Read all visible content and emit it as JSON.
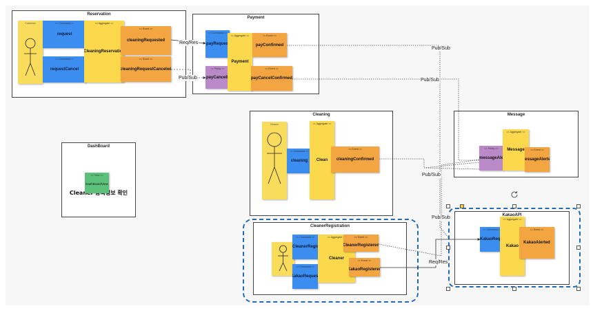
{
  "frames": {
    "reservation": "Reservation",
    "payment": "Payment",
    "cleaning": "Cleaning",
    "message": "Message",
    "dashboard": "DashBoard",
    "cleaner_registration": "CleanerRegistration",
    "kakao_api": "KakaoAPI"
  },
  "stickers": {
    "reservation": {
      "actor": {
        "type": "Customer"
      },
      "request": {
        "type": "<< Command >>",
        "name": "request"
      },
      "request_cancel": {
        "type": "<< Command >>",
        "name": "requestCancel"
      },
      "aggregate": {
        "type": "<< Aggregate >>",
        "name": "CleaningReservation"
      },
      "evt_requested": {
        "type": "<< Event >>",
        "name": "cleaningRequested"
      },
      "evt_canceled": {
        "type": "<< Event >>",
        "name": "cleaningRequestCanceled"
      }
    },
    "payment": {
      "command": {
        "type": "<< Command >>",
        "name": "payRequest"
      },
      "policy": {
        "type": "<< Policy >>",
        "name": "payCancelRequest"
      },
      "aggregate": {
        "type": "<< Aggregate >>",
        "name": "Payment"
      },
      "evt_confirmed": {
        "type": "<< Event >>",
        "name": "payConfirmed"
      },
      "evt_cancel_confirmed": {
        "type": "<< Event >>",
        "name": "payCancelConfirmed"
      }
    },
    "cleaning": {
      "actor": {
        "type": "Cleaner"
      },
      "command": {
        "type": "<< Command >>",
        "name": "cleaning"
      },
      "aggregate": {
        "type": "<< Aggregate >>",
        "name": "Clean"
      },
      "event": {
        "type": "<< Event >>",
        "name": "cleaningConfirmed"
      }
    },
    "message": {
      "policy": {
        "type": "<< Policy >>",
        "name": "messageAlert"
      },
      "aggregate": {
        "type": "<< Aggregate >>",
        "name": "Message"
      },
      "event": {
        "type": "<< Event >>",
        "name": "messageAlerted"
      }
    },
    "dashboard": {
      "view": {
        "type": "<< View >>",
        "name": "DashBoardView"
      },
      "note": "Cleaner 등록정보 확인"
    },
    "cleaner_registration": {
      "cmd_register": {
        "type": "<< Command >>",
        "name": "CleanerRegister"
      },
      "cmd_kakao": {
        "type": "<< Command >>",
        "name": "KakaoRequest"
      },
      "aggregate": {
        "type": "<< Aggregate >>",
        "name": "Cleaner"
      },
      "evt_registered": {
        "type": "<< Event >>",
        "name": "CleanerRegistered"
      },
      "evt_kakao": {
        "type": "<< Event >>",
        "name": "KakaoRegistered"
      }
    },
    "kakao_api": {
      "command": {
        "type": "<< Command >>",
        "name": "KakaoRequest"
      },
      "aggregate": {
        "type": "<< Aggregate >>",
        "name": "Kakao"
      },
      "event": {
        "type": "<< Event >>",
        "name": "KakaoAlerted"
      }
    }
  },
  "wire_labels": {
    "req_res_1": "Req/Res",
    "pub_sub_1": "Pub/Sub",
    "pub_sub_2": "Pub/Sub",
    "pub_sub_3": "Pub/Sub",
    "pub_sub_4": "Pub/Sub",
    "pub_sub_5": "Pub/Sub",
    "req_res_2": "Req/Res"
  },
  "colors": {
    "command": "#3b8df0",
    "aggregate": "#fcd94c",
    "event": "#f2a540",
    "policy": "#b98ac7",
    "view": "#5cc17a",
    "actor": "#f9dc5c",
    "selection": "#1f6bb5"
  }
}
